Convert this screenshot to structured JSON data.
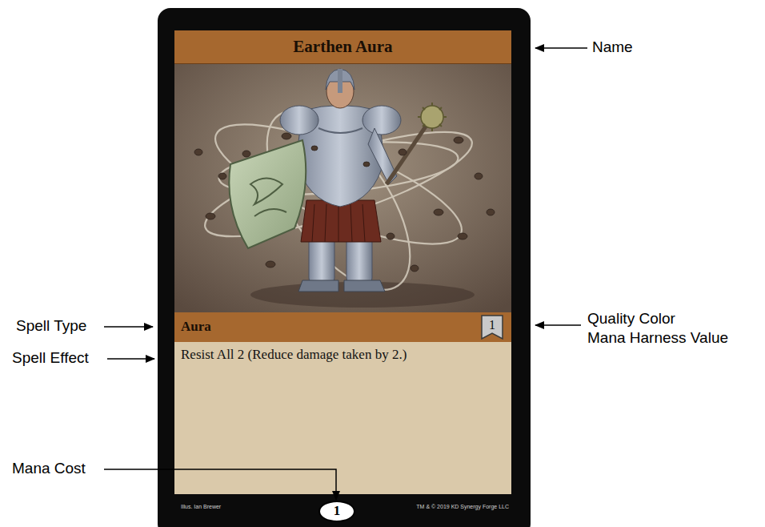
{
  "diagram": {
    "nodes": [
      {
        "text": [
          "Illus. Ian Brewer",
          "TM & © 2019 KD Synergy Forge LLC"
        ]
      },
      {
        "text": [
          "Earthen Aura"
        ],
        "in": 0
      },
      {
        "text": [
          "Aura"
        ],
        "in": 0
      },
      {
        "text": [
          "1"
        ],
        "in": 2
      },
      {
        "text": [
          "Resist All 2 (Reduce damage taken by 2.)"
        ],
        "in": 0
      },
      {
        "text": [
          "1"
        ],
        "in": 0
      }
    ],
    "labels": [
      "Name",
      "Quality Color",
      "Mana Harness Value",
      "Spell Type",
      "Spell Effect",
      "Mana Cost"
    ]
  }
}
